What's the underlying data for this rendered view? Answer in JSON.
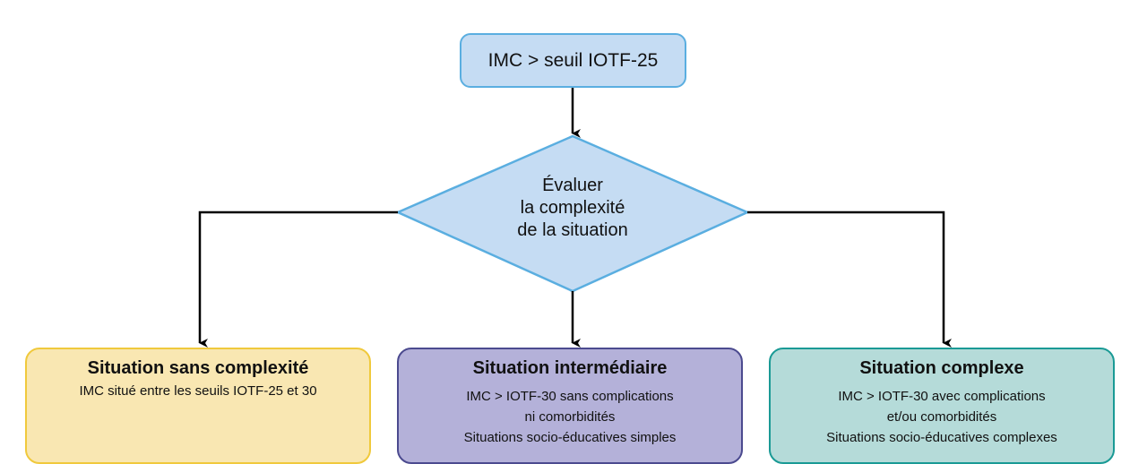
{
  "start": {
    "label": "IMC > seuil IOTF-25"
  },
  "decision": {
    "lines": [
      "Évaluer",
      "la complexité",
      "de la situation"
    ]
  },
  "outcomes": [
    {
      "title": "Situation sans complexité",
      "lines": [
        "IMC situé entre les seuils IOTF-25 et 30"
      ]
    },
    {
      "title": "Situation intermédiaire",
      "lines": [
        "IMC > IOTF-30 sans complications",
        "ni comorbidités",
        "Situations socio-éducatives simples"
      ]
    },
    {
      "title": "Situation complexe",
      "lines": [
        "IMC > IOTF-30 avec complications",
        "et/ou comorbidités",
        "Situations socio-éducatives complexes"
      ]
    }
  ]
}
